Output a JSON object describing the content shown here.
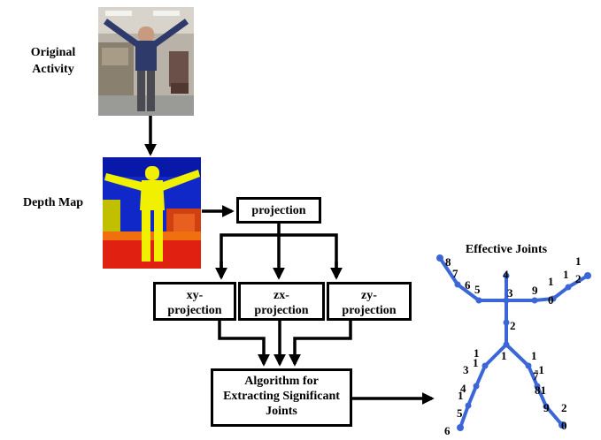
{
  "labels": {
    "original_activity_line1": "Original",
    "original_activity_line2": "Activity",
    "depth_map": "Depth Map",
    "effective_joints": "Effective Joints"
  },
  "boxes": {
    "projection": "projection",
    "xy_line1": "xy-",
    "xy_line2": "projection",
    "zx_line1": "zx-",
    "zx_line2": "projection",
    "zy_line1": "zy-",
    "zy_line2": "projection",
    "algorithm_line1": "Algorithm for",
    "algorithm_line2": "Extracting Significant",
    "algorithm_line3": "Joints"
  },
  "joint_labels": [
    "8",
    "7",
    "6",
    "5",
    "4",
    "3",
    "9",
    "1",
    "0",
    "1",
    "1",
    "2",
    "2",
    "1",
    "1",
    "3",
    "1",
    "4",
    "1",
    "5",
    "6",
    "1",
    "-1",
    "7",
    "81",
    "9",
    "2",
    "0"
  ],
  "colors": {
    "skeleton": "#3a66d8",
    "depth_background": "#1028c8",
    "depth_figure": "#f0f000",
    "depth_floor": "#e02010"
  }
}
